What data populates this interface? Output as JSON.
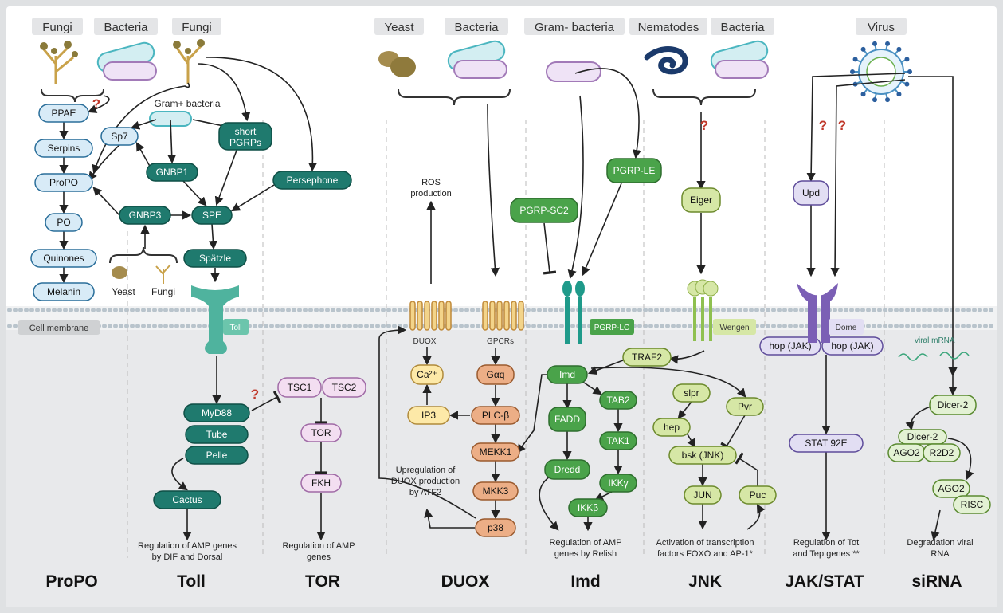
{
  "colors": {
    "propo": "#d8ebf7",
    "toll": "#1f7a6e",
    "tor": "#f3def1",
    "duox_orange": "#ecae86",
    "duox_yellow": "#fde9a8",
    "imd": "#4aa34a",
    "imd_light": "#7dc06a",
    "jnk": "#d6e7a6",
    "jak": "#e2def3",
    "sirna": "#e3f1d4",
    "question": "#c0392b"
  },
  "sources": {
    "fungi1": "Fungi",
    "bacteria1": "Bacteria",
    "fungi2": "Fungi",
    "yeast": "Yeast",
    "bacteria2": "Bacteria",
    "gram_neg": "Gram- bacteria",
    "nematodes": "Nematodes",
    "bacteria3": "Bacteria",
    "virus": "Virus",
    "gram_pos": "Gram+ bacteria",
    "yeast_small": "Yeast",
    "fungi_small": "Fungi"
  },
  "membrane": {
    "label": "Cell membrane"
  },
  "propo": {
    "nodes": [
      "PPAE",
      "Serpins",
      "ProPO",
      "PO",
      "Quinones",
      "Melanin"
    ]
  },
  "toll": {
    "nodes": [
      "Sp7",
      "short PGRPs",
      "GNBP1",
      "GNBP3",
      "SPE",
      "Persephone",
      "Spätzle",
      "MyD88",
      "Tube",
      "Pelle",
      "Cactus"
    ],
    "receptor": "Toll",
    "output": [
      "Regulation of AMP genes",
      "by DIF and Dorsal"
    ]
  },
  "tor": {
    "nodes": [
      "TSC1",
      "TSC2",
      "TOR",
      "FKH"
    ],
    "output": [
      "Regulation of AMP",
      "genes"
    ]
  },
  "duox": {
    "ros": [
      "ROS",
      "production"
    ],
    "receptors": [
      "DUOX",
      "GPCRs"
    ],
    "nodes": [
      "Ca²⁺",
      "IP3",
      "Gαq",
      "PLC-β",
      "MEKK1",
      "MKK3",
      "p38"
    ],
    "upregulation": [
      "Upregulation of",
      "DUOX production",
      "by ATF2"
    ]
  },
  "imd": {
    "nodes": [
      "PGRP-SC2",
      "PGRP-LE",
      "Imd",
      "FADD",
      "Dredd",
      "TAB2",
      "TAK1",
      "IKKγ",
      "IKKβ"
    ],
    "receptor": "PGRP-LC",
    "output": [
      "Regulation of AMP",
      "genes by Relish"
    ]
  },
  "jnk": {
    "nodes": [
      "Eiger",
      "TRAF2",
      "slpr",
      "hep",
      "Pvr",
      "bsk (JNK)",
      "JUN",
      "Puc"
    ],
    "receptor": "Wengen",
    "output": [
      "Activation of transcription",
      "factors FOXO and AP-1*"
    ]
  },
  "jak": {
    "nodes": [
      "Upd",
      "hop (JAK)",
      "hop (JAK)",
      "STAT 92E"
    ],
    "receptor": "Dome",
    "output": [
      "Regulation of Tot",
      "and Tep genes **"
    ]
  },
  "sirna": {
    "viral": "viral mRNA",
    "nodes": [
      "Dicer-2",
      "Dicer-2",
      "AGO2",
      "R2D2",
      "AGO2",
      "RISC"
    ],
    "output": [
      "Degradation viral",
      "RNA"
    ]
  },
  "questions": [
    "?",
    "?",
    "?",
    "?",
    "?"
  ],
  "pathways": [
    "ProPO",
    "Toll",
    "TOR",
    "DUOX",
    "Imd",
    "JNK",
    "JAK/STAT",
    "siRNA"
  ]
}
